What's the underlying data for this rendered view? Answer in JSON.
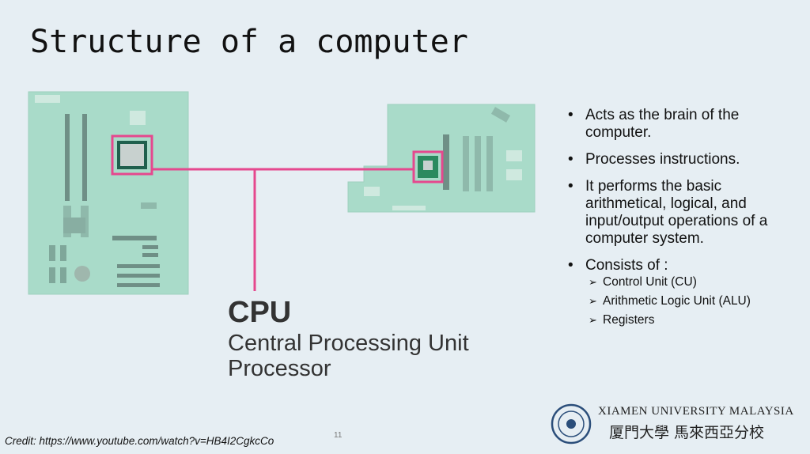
{
  "slide": {
    "title": "Structure of a computer",
    "page_number": "11",
    "credit": "Credit: https://www.youtube.com/watch?v=HB4I2CgkcCo"
  },
  "illustration": {
    "cpu_heading": "CPU",
    "cpu_line1": "Central Processing Unit",
    "cpu_line2": "Processor",
    "highlight_color": "#e5488e",
    "board_color": "#a9dbc9"
  },
  "bullets": {
    "items": [
      "Acts as the brain of the computer.",
      "Processes instructions.",
      "It performs the basic arithmetical, logical, and input/output operations of a computer system.",
      "Consists of :"
    ],
    "sub_items": [
      "Control Unit (CU)",
      "Arithmetic Logic Unit (ALU)",
      "Registers"
    ]
  },
  "logo": {
    "name_en": "XIAMEN UNIVERSITY MALAYSIA",
    "name_cn": "厦門大學 馬來西亞分校"
  }
}
